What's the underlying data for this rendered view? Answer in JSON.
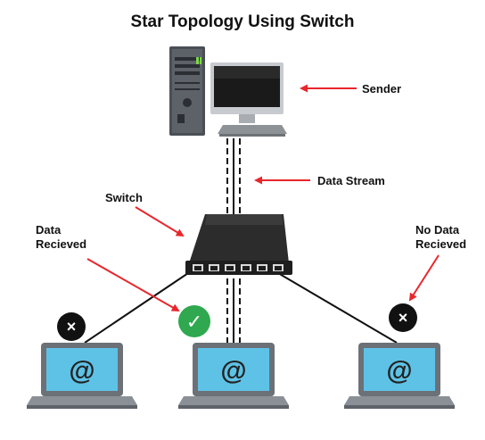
{
  "title": "Star Topology Using Switch",
  "labels": {
    "sender": "Sender",
    "data_stream": "Data Stream",
    "switch": "Switch",
    "data_received_line1": "Data",
    "data_received_line2": "Recieved",
    "no_data_line1": "No Data",
    "no_data_line2": "Recieved"
  },
  "glyphs": {
    "at": "@",
    "cross": "×",
    "check": "✓"
  },
  "icons": {
    "sender": "desktop-computer-icon",
    "switch": "network-switch-icon",
    "receiver": "laptop-icon",
    "success": "check-circle-icon",
    "fail": "cross-circle-icon"
  },
  "colors": {
    "arrow": "#e8262c",
    "success": "#2fa84f",
    "fail": "#111111",
    "screen": "#5ec2e6"
  }
}
